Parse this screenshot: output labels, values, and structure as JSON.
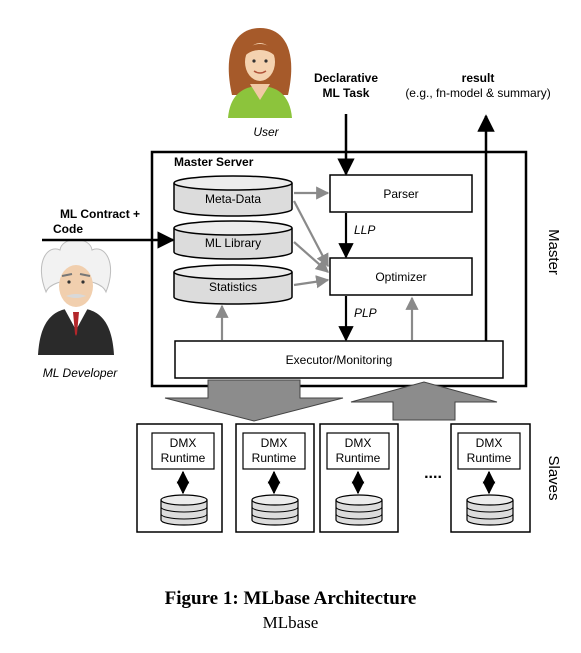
{
  "labels": {
    "user": "User",
    "declarative_task": [
      "Declarative",
      "ML Task"
    ],
    "result": [
      "result",
      "(e.g., fn-model & summary)"
    ],
    "ml_contract": [
      "ML Contract +",
      "Code"
    ],
    "ml_developer": "ML Developer",
    "master_server": "Master Server",
    "master_side": "Master",
    "slaves_side": "Slaves",
    "meta_data": "Meta-Data",
    "ml_library": "ML Library",
    "statistics": "Statistics",
    "parser": "Parser",
    "optimizer": "Optimizer",
    "llp": "LLP",
    "plp": "PLP",
    "executor": "Executor/Monitoring",
    "ellipsis": "....",
    "dmx_runtime": [
      "DMX",
      "Runtime"
    ]
  },
  "caption": {
    "title": "Figure 1: MLbase Architecture",
    "subtitle": "MLbase"
  },
  "colors": {
    "gray_arrow": "#8a8a8a",
    "cylinder_fill": "#dcdcdc",
    "user_hair": "#a65a2a",
    "user_shirt": "#8cc43c"
  }
}
